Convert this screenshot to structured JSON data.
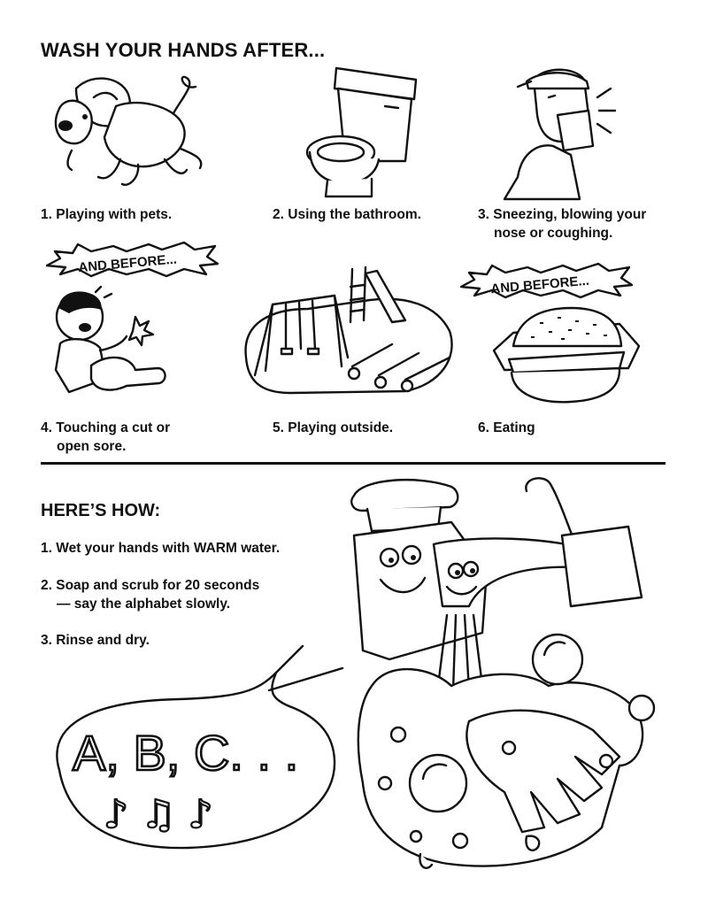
{
  "header": {
    "title": "WASH YOUR HANDS AFTER..."
  },
  "after_items": [
    {
      "number": "1.",
      "line1": "Playing with pets.",
      "line2": "",
      "icon": "dog-icon"
    },
    {
      "number": "2.",
      "line1": "Using the bathroom.",
      "line2": "",
      "icon": "toilet-icon"
    },
    {
      "number": "3.",
      "line1": "Sneezing, blowing your",
      "line2": "nose or coughing.",
      "icon": "sneezing-person-icon"
    },
    {
      "number": "4.",
      "line1": "Touching a cut or",
      "line2": "open sore.",
      "icon": "hurt-child-icon"
    },
    {
      "number": "5.",
      "line1": "Playing outside.",
      "line2": "",
      "icon": "playground-icon"
    },
    {
      "number": "6.",
      "line1": "Eating",
      "line2": "",
      "icon": "burger-icon"
    }
  ],
  "bursts": {
    "left": "AND BEFORE...",
    "right": "AND BEFORE..."
  },
  "how": {
    "title": "HERE’S HOW:",
    "steps": [
      {
        "line1": "1. Wet your hands with WARM water.",
        "line2": ""
      },
      {
        "line1": "2. Soap and scrub for 20 seconds",
        "line2": "— say the alphabet slowly."
      },
      {
        "line1": "3. Rinse and dry.",
        "line2": ""
      }
    ]
  },
  "speech_bubble": {
    "text": "A, B, C. . .",
    "icon": "music-notes-icon"
  },
  "washing_illustration": {
    "icon": "faucet-hands-icon"
  }
}
